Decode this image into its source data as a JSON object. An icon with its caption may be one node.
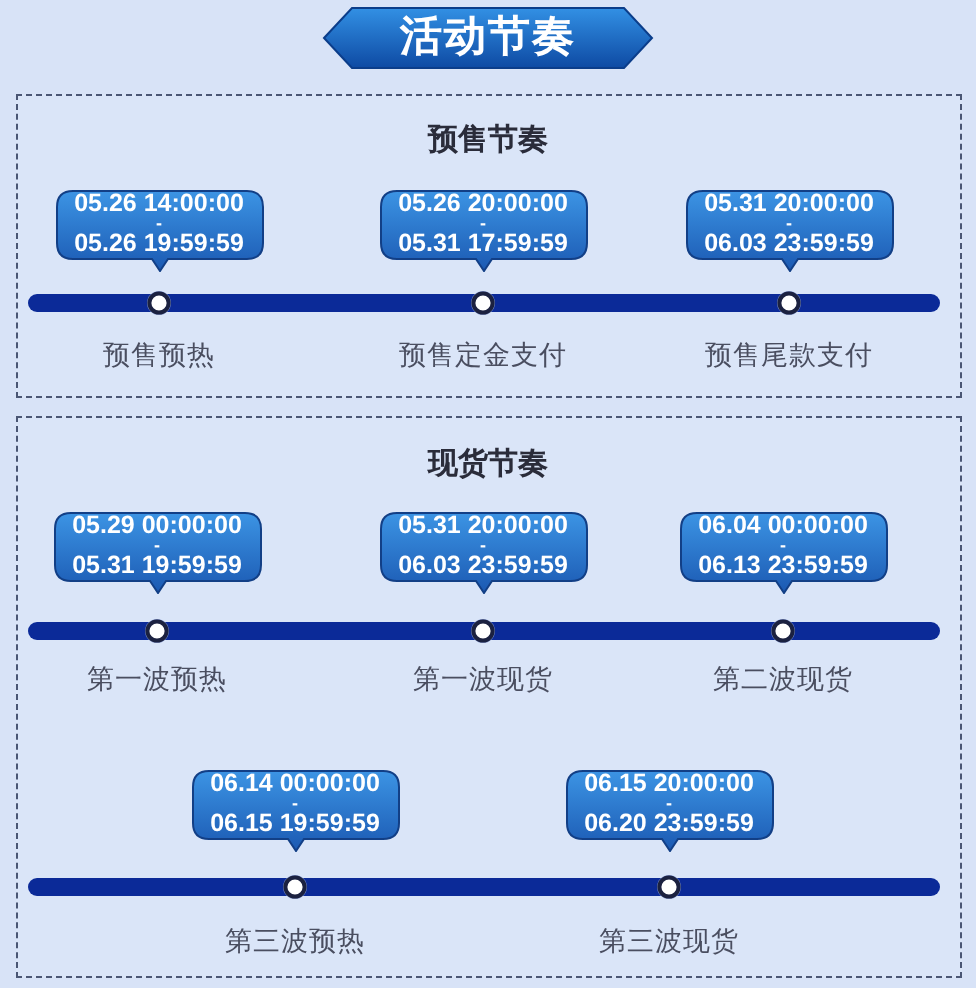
{
  "diagram": {
    "title": "活动节奏",
    "nodes": [
      {
        "text": [
          "预售节奏"
        ]
      },
      {
        "text": [
          "05.26 14:00:00 - 05.26 19:59:59"
        ],
        "in": 0,
        "beside": [
          "预售预热"
        ]
      },
      {
        "text": [
          "05.26 20:00:00 - 05.31 17:59:59"
        ],
        "in": 0,
        "beside": [
          "预售定金支付"
        ]
      },
      {
        "text": [
          "05.31 20:00:00 - 06.03 23:59:59"
        ],
        "in": 0,
        "beside": [
          "预售尾款支付"
        ]
      },
      {
        "text": [
          "现货节奏"
        ]
      },
      {
        "text": [
          "05.29 00:00:00 - 05.31 19:59:59"
        ],
        "in": 4,
        "beside": [
          "第一波预热"
        ]
      },
      {
        "text": [
          "05.31 20:00:00 - 06.03 23:59:59"
        ],
        "in": 4,
        "beside": [
          "第一波现货"
        ]
      },
      {
        "text": [
          "06.04 00:00:00 - 06.13 23:59:59"
        ],
        "in": 4,
        "beside": [
          "第二波现货"
        ]
      },
      {
        "text": [
          "06.14 00:00:00 - 06.15 19:59:59"
        ],
        "in": 4,
        "beside": [
          "第三波预热"
        ]
      },
      {
        "text": [
          "06.15 20:00:00 - 06.20 23:59:59"
        ],
        "in": 4,
        "beside": [
          "第三波现货"
        ]
      }
    ]
  }
}
